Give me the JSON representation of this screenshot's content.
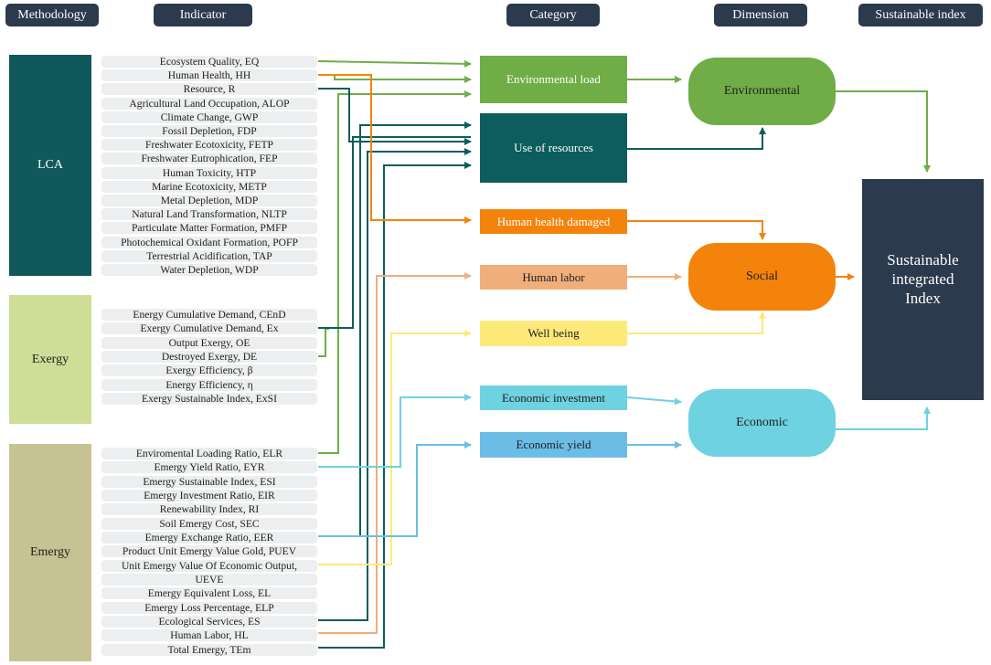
{
  "headers": {
    "methodology": "Methodology",
    "indicator": "Indicator",
    "category": "Category",
    "dimension": "Dimension",
    "sustainable_index": "Sustainable index"
  },
  "methodologies": [
    {
      "label": "LCA",
      "color": "#10585c"
    },
    {
      "label": "Exergy",
      "color": "#cfde96"
    },
    {
      "label": "Emergy",
      "color": "#c7c293"
    }
  ],
  "indicators": {
    "lca": [
      "Ecosystem Quality, EQ",
      "Human Health, HH",
      "Resource, R",
      "Agricultural Land Occupation, ALOP",
      "Climate Change, GWP",
      "Fossil Depletion, FDP",
      "Freshwater Ecotoxicity, FETP",
      "Freshwater Eutrophication, FEP",
      "Human Toxicity, HTP",
      "Marine Ecotoxicity, METP",
      "Metal Depletion, MDP",
      "Natural Land Transformation, NLTP",
      "Particulate Matter Formation, PMFP",
      "Photochemical Oxidant Formation, POFP",
      "Terrestrial Acidification, TAP",
      "Water Depletion, WDP"
    ],
    "exergy": [
      "Energy Cumulative Demand, CEnD",
      "Exergy Cumulative Demand, Ex",
      "Output Exergy, OE",
      "Destroyed Exergy, DE",
      "Exergy Efficiency, β",
      "Energy Efficiency, η",
      "Exergy Sustainable Index, ExSI"
    ],
    "emergy": [
      "Enviromental Loading Ratio, ELR",
      "Emergy Yield Ratio, EYR",
      "Emergy Sustainable Index, ESI",
      "Emergy Investment Ratio, EIR",
      "Renewability Index, RI",
      "Soil Emergy Cost, SEC",
      "Emergy Exchange Ratio, EER",
      "Product Unit Emergy Value Gold, PUEV",
      "Unit Emergy Value Of Economic Output,",
      "UEVE",
      "Emergy Equivalent Loss, EL",
      "Emergy Loss Percentage, ELP",
      "Ecological Services, ES",
      "Human Labor, HL",
      "Total Emergy, TEm"
    ]
  },
  "categories": [
    {
      "label": "Environmental load",
      "color": "#70ad47",
      "text_color": "#ffffff"
    },
    {
      "label": "Use of resources",
      "color": "#0d5c5e",
      "text_color": "#ffffff"
    },
    {
      "label": "Human health damaged",
      "color": "#f4830c",
      "text_color": "#ffffff"
    },
    {
      "label": "Human labor",
      "color": "#f0ae7a",
      "text_color": "#1e1e1e"
    },
    {
      "label": "Well being",
      "color": "#fde97a",
      "text_color": "#1e1e1e"
    },
    {
      "label": "Economic investment",
      "color": "#6ed2e0",
      "text_color": "#1e1e1e"
    },
    {
      "label": "Economic yield",
      "color": "#6bbde6",
      "text_color": "#1e1e1e"
    }
  ],
  "dimensions": [
    {
      "label": "Environmental",
      "color": "#70ad47",
      "text_color": "#1e1e1e"
    },
    {
      "label": "Social",
      "color": "#f4830c",
      "text_color": "#1e1e1e"
    },
    {
      "label": "Economic",
      "color": "#6ed2e0",
      "text_color": "#1e1e1e"
    }
  ],
  "index": {
    "label": "Sustainable integrated Index",
    "color": "#2c3a4d",
    "text_color": "#ffffff"
  },
  "colors": {
    "green": "#70ad47",
    "teal": "#0d5c5e",
    "orange": "#f4830c",
    "peach": "#f0ae7a",
    "yellow": "#fde97a",
    "cyan": "#6ed2e0",
    "blue": "#6bbde6"
  }
}
